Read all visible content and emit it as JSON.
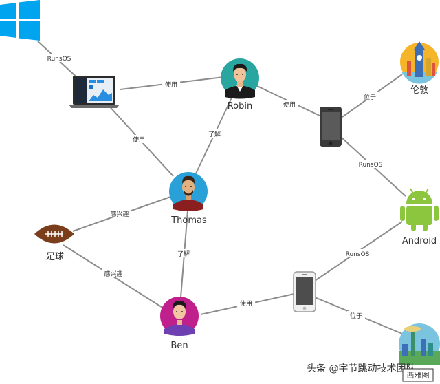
{
  "nodes": {
    "windows": {
      "label": ""
    },
    "laptop": {
      "label": ""
    },
    "robin": {
      "label": "Robin"
    },
    "thomas": {
      "label": "Thomas"
    },
    "ben": {
      "label": "Ben"
    },
    "phone_top": {
      "label": ""
    },
    "phone_bottom": {
      "label": ""
    },
    "london": {
      "label": "伦敦"
    },
    "android": {
      "label": "Android"
    },
    "football": {
      "label": "足球"
    },
    "seattle": {
      "label": ""
    }
  },
  "edges": {
    "windows_laptop": "RunsOS",
    "laptop_robin": "使用",
    "laptop_thomas": "使用",
    "robin_thomas": "了解",
    "robin_phone": "使用",
    "phone_london": "位于",
    "phone_android": "RunsOS",
    "thomas_football": "感兴趣",
    "thomas_ben": "了解",
    "football_ben": "感兴趣",
    "ben_phone2": "使用",
    "phone2_android": "RunsOS",
    "phone2_seattle": "位于"
  },
  "watermark": "头条 @字节跳动技术团队",
  "corner_label": "西雅图",
  "colors": {
    "windows": "#00a4ef",
    "robin_bg": "#2aa6a0",
    "thomas_bg": "#2aa0d8",
    "ben_bg": "#c0208c",
    "android": "#8cc63f",
    "football": "#7a3e1d"
  }
}
